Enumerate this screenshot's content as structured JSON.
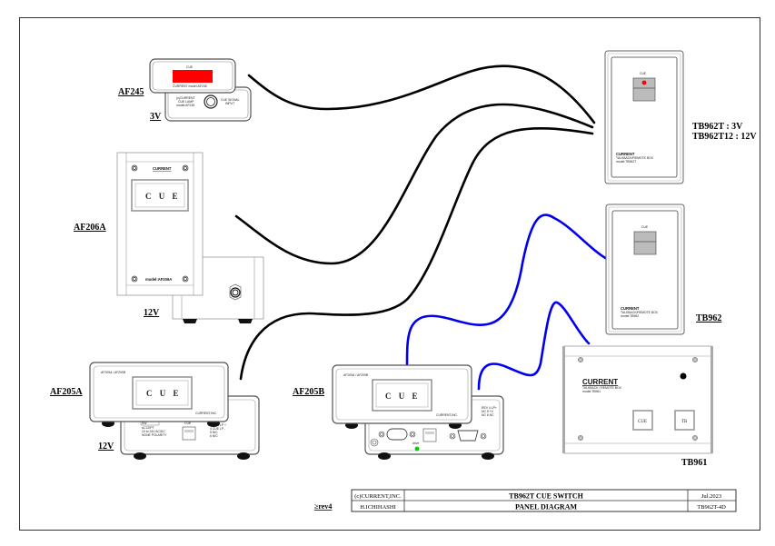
{
  "devices": {
    "af245": {
      "label": "AF245",
      "voltage": "3V",
      "cue_text": "CUE",
      "model_text": "CURRENT model:AF245",
      "back_text": [
        "(c)CURRENT",
        "CUE LAMP",
        "model:AF245"
      ],
      "input_text": [
        "CUE SIGNAL",
        "INPUT"
      ],
      "lamp_color": "#ff0000"
    },
    "af206a": {
      "label": "AF206A",
      "voltage": "12V",
      "brand": "CURRENT",
      "cue_text": "C U E",
      "model_text": "model:AF206A"
    },
    "af205a": {
      "label": "AF205A",
      "voltage": "12V",
      "front_model": "AF205A / AF205B",
      "cue_text": "C U E",
      "brand": "CURRENT,INC.",
      "back_sw": "SW",
      "back_text": [
        "ACCEPT",
        "10 to 24V AC/DC",
        "NONE POLARITY"
      ],
      "back_cue": "CUE",
      "pins": [
        "3 CUE LP +",
        "4 CUE LP -",
        "5 N/C",
        "6 N/C"
      ]
    },
    "af205b": {
      "label": "AF205B",
      "front_model": "AF205A / AF205B",
      "cue_text": "C U E",
      "brand": "CURRENT,INC.",
      "drive_text": "drive",
      "drive_led_color": "#00cc00",
      "pins": [
        "REV  4 LP+",
        "NC   5 +V",
        "NC   6 NC"
      ]
    },
    "tb962t": {
      "label_lines": [
        "TB962T : 3V",
        "TB962T12 : 12V"
      ],
      "cue_text": "CUE",
      "brand": "CURRENT",
      "sub": "TALKBACK/REMOTE BOX",
      "model": "model:TB962T",
      "led_color": "#ff0000"
    },
    "tb962": {
      "label": "TB962",
      "cue_text": "CUE",
      "brand": "CURRENT",
      "sub": "TALKBACK/REMOTE BOX",
      "model": "model:TB962"
    },
    "tb961": {
      "label": "TB961",
      "brand": "CURRENT",
      "sub": "TALKBACK / REMOTE BOX",
      "model": "model:TB961",
      "btn_cue": "CUE",
      "btn_tb": "TB"
    }
  },
  "cables": {
    "black_color": "#000000",
    "blue_color": "#0000ee"
  },
  "title_block": {
    "rev": "≥rev4",
    "company": "(c)CURRENT,INC.",
    "author": "H.ICHIHASHI",
    "title": "TB962T CUE SWITCH",
    "subtitle": "PANEL DIAGRAM",
    "date": "Jul.2023",
    "doc_no": "TB962T-4D"
  }
}
